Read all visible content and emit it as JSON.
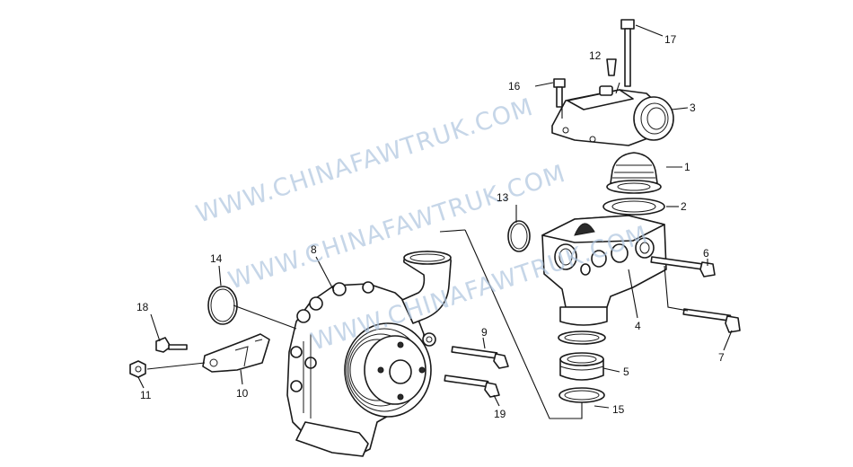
{
  "watermark": {
    "text": "WWW.CHINAFAWTRUK.COM",
    "color": "#aec4de"
  },
  "callouts": [
    {
      "id": "1",
      "label": "1"
    },
    {
      "id": "2",
      "label": "2"
    },
    {
      "id": "3",
      "label": "3"
    },
    {
      "id": "4",
      "label": "4"
    },
    {
      "id": "5",
      "label": "5"
    },
    {
      "id": "6",
      "label": "6"
    },
    {
      "id": "7",
      "label": "7"
    },
    {
      "id": "8",
      "label": "8"
    },
    {
      "id": "9",
      "label": "9"
    },
    {
      "id": "10",
      "label": "10"
    },
    {
      "id": "11",
      "label": "11"
    },
    {
      "id": "12",
      "label": "12"
    },
    {
      "id": "13",
      "label": "13"
    },
    {
      "id": "14",
      "label": "14"
    },
    {
      "id": "15",
      "label": "15"
    },
    {
      "id": "16",
      "label": "16"
    },
    {
      "id": "17",
      "label": "17"
    },
    {
      "id": "18",
      "label": "18"
    },
    {
      "id": "19",
      "label": "19"
    }
  ]
}
